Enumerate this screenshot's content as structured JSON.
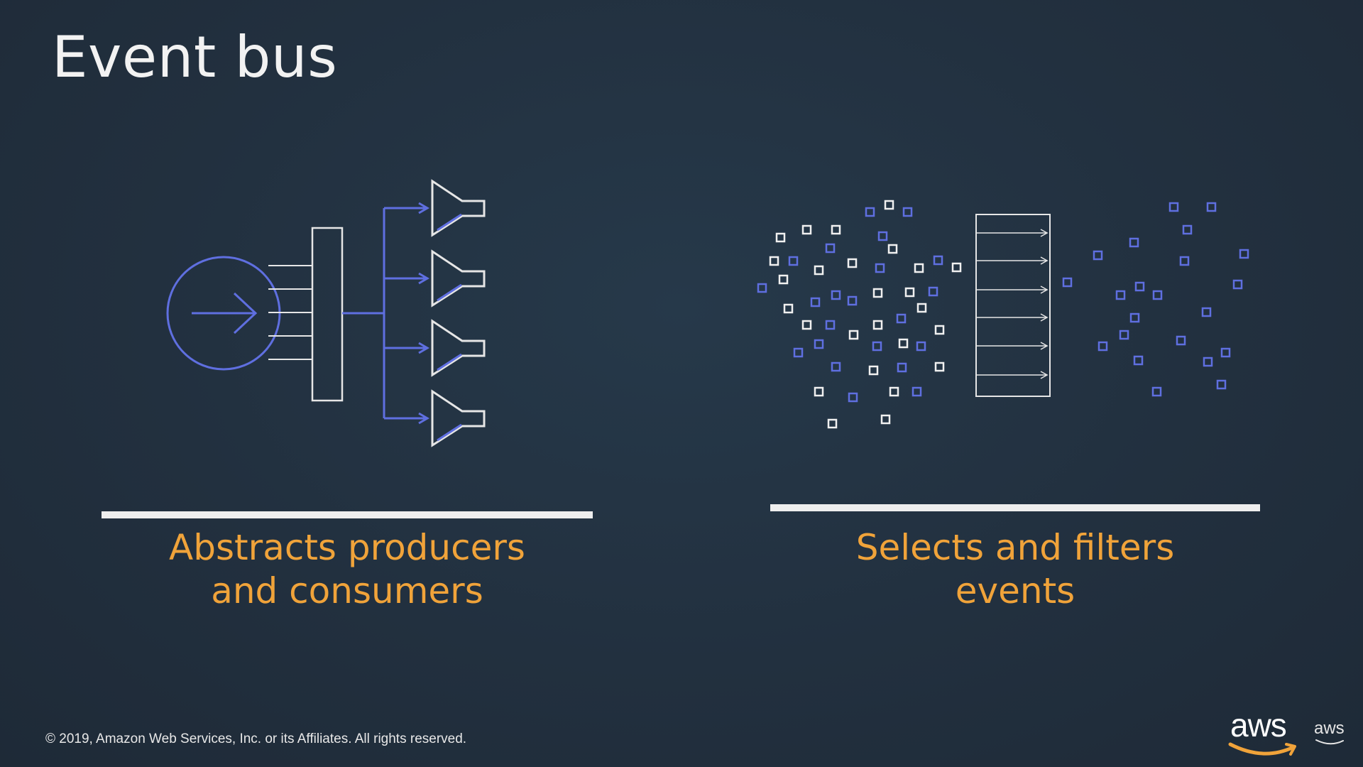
{
  "slide": {
    "title": "Event bus"
  },
  "left_panel": {
    "caption_line1": "Abstracts producers",
    "caption_line2": "and consumers"
  },
  "right_panel": {
    "caption_line1": "Selects and filters",
    "caption_line2": "events"
  },
  "footer": {
    "copyright": "© 2019, Amazon Web Services, Inc. or its Affiliates. All rights reserved.",
    "logo_text": "aws",
    "logo_small_text": "aws"
  },
  "colors": {
    "background": "#232f3e",
    "accent_blue": "#5f6fe0",
    "caption_orange": "#f0a33a",
    "line_white": "#eeeeee"
  },
  "icons": [
    "arrow-circle-icon",
    "funnel-icon",
    "filter-box-icon",
    "event-square-icon",
    "aws-smile-icon"
  ]
}
